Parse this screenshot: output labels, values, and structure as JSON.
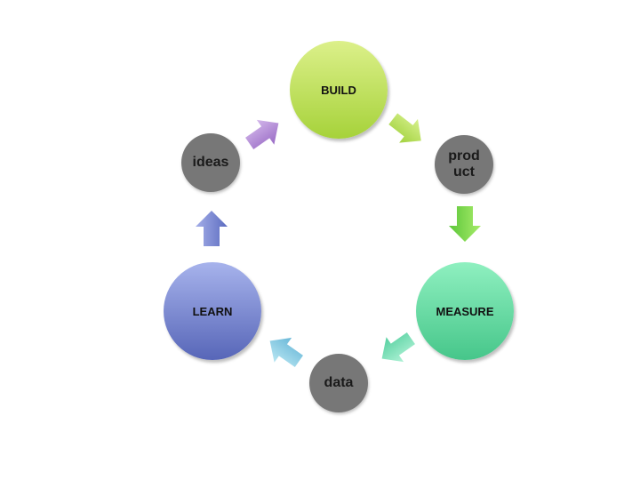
{
  "diagram": {
    "stages": [
      {
        "id": "build",
        "label": "BUILD",
        "color_top": "#dcf08a",
        "color_bottom": "#a6d23a"
      },
      {
        "id": "measure",
        "label": "MEASURE",
        "color_top": "#8ff0c0",
        "color_bottom": "#46c68a"
      },
      {
        "id": "learn",
        "label": "LEARN",
        "color_top": "#a7b3ec",
        "color_bottom": "#5766b8"
      }
    ],
    "artifacts": [
      {
        "id": "product",
        "label_line1": "prod",
        "label_line2": "uct"
      },
      {
        "id": "data",
        "label": "data"
      },
      {
        "id": "ideas",
        "label": "ideas"
      }
    ],
    "arrows": [
      {
        "id": "build-to-product",
        "color_top": "#d6f08c",
        "color_bottom": "#a2d23e",
        "icon": "arrow-down-right"
      },
      {
        "id": "product-to-measure",
        "color_top": "#a8ec6a",
        "color_bottom": "#5cc63a",
        "icon": "arrow-down"
      },
      {
        "id": "measure-to-data",
        "color_top": "#b0f2d6",
        "color_bottom": "#56d0a0",
        "icon": "arrow-down-left"
      },
      {
        "id": "data-to-learn",
        "color_top": "#b8e6f2",
        "color_bottom": "#6ab8d8",
        "icon": "arrow-up-left"
      },
      {
        "id": "learn-to-ideas",
        "color_top": "#a4aee8",
        "color_bottom": "#5c6cc0",
        "icon": "arrow-up"
      },
      {
        "id": "ideas-to-build",
        "color_top": "#d2b6ea",
        "color_bottom": "#9a6cc6",
        "icon": "arrow-up-right"
      }
    ]
  }
}
